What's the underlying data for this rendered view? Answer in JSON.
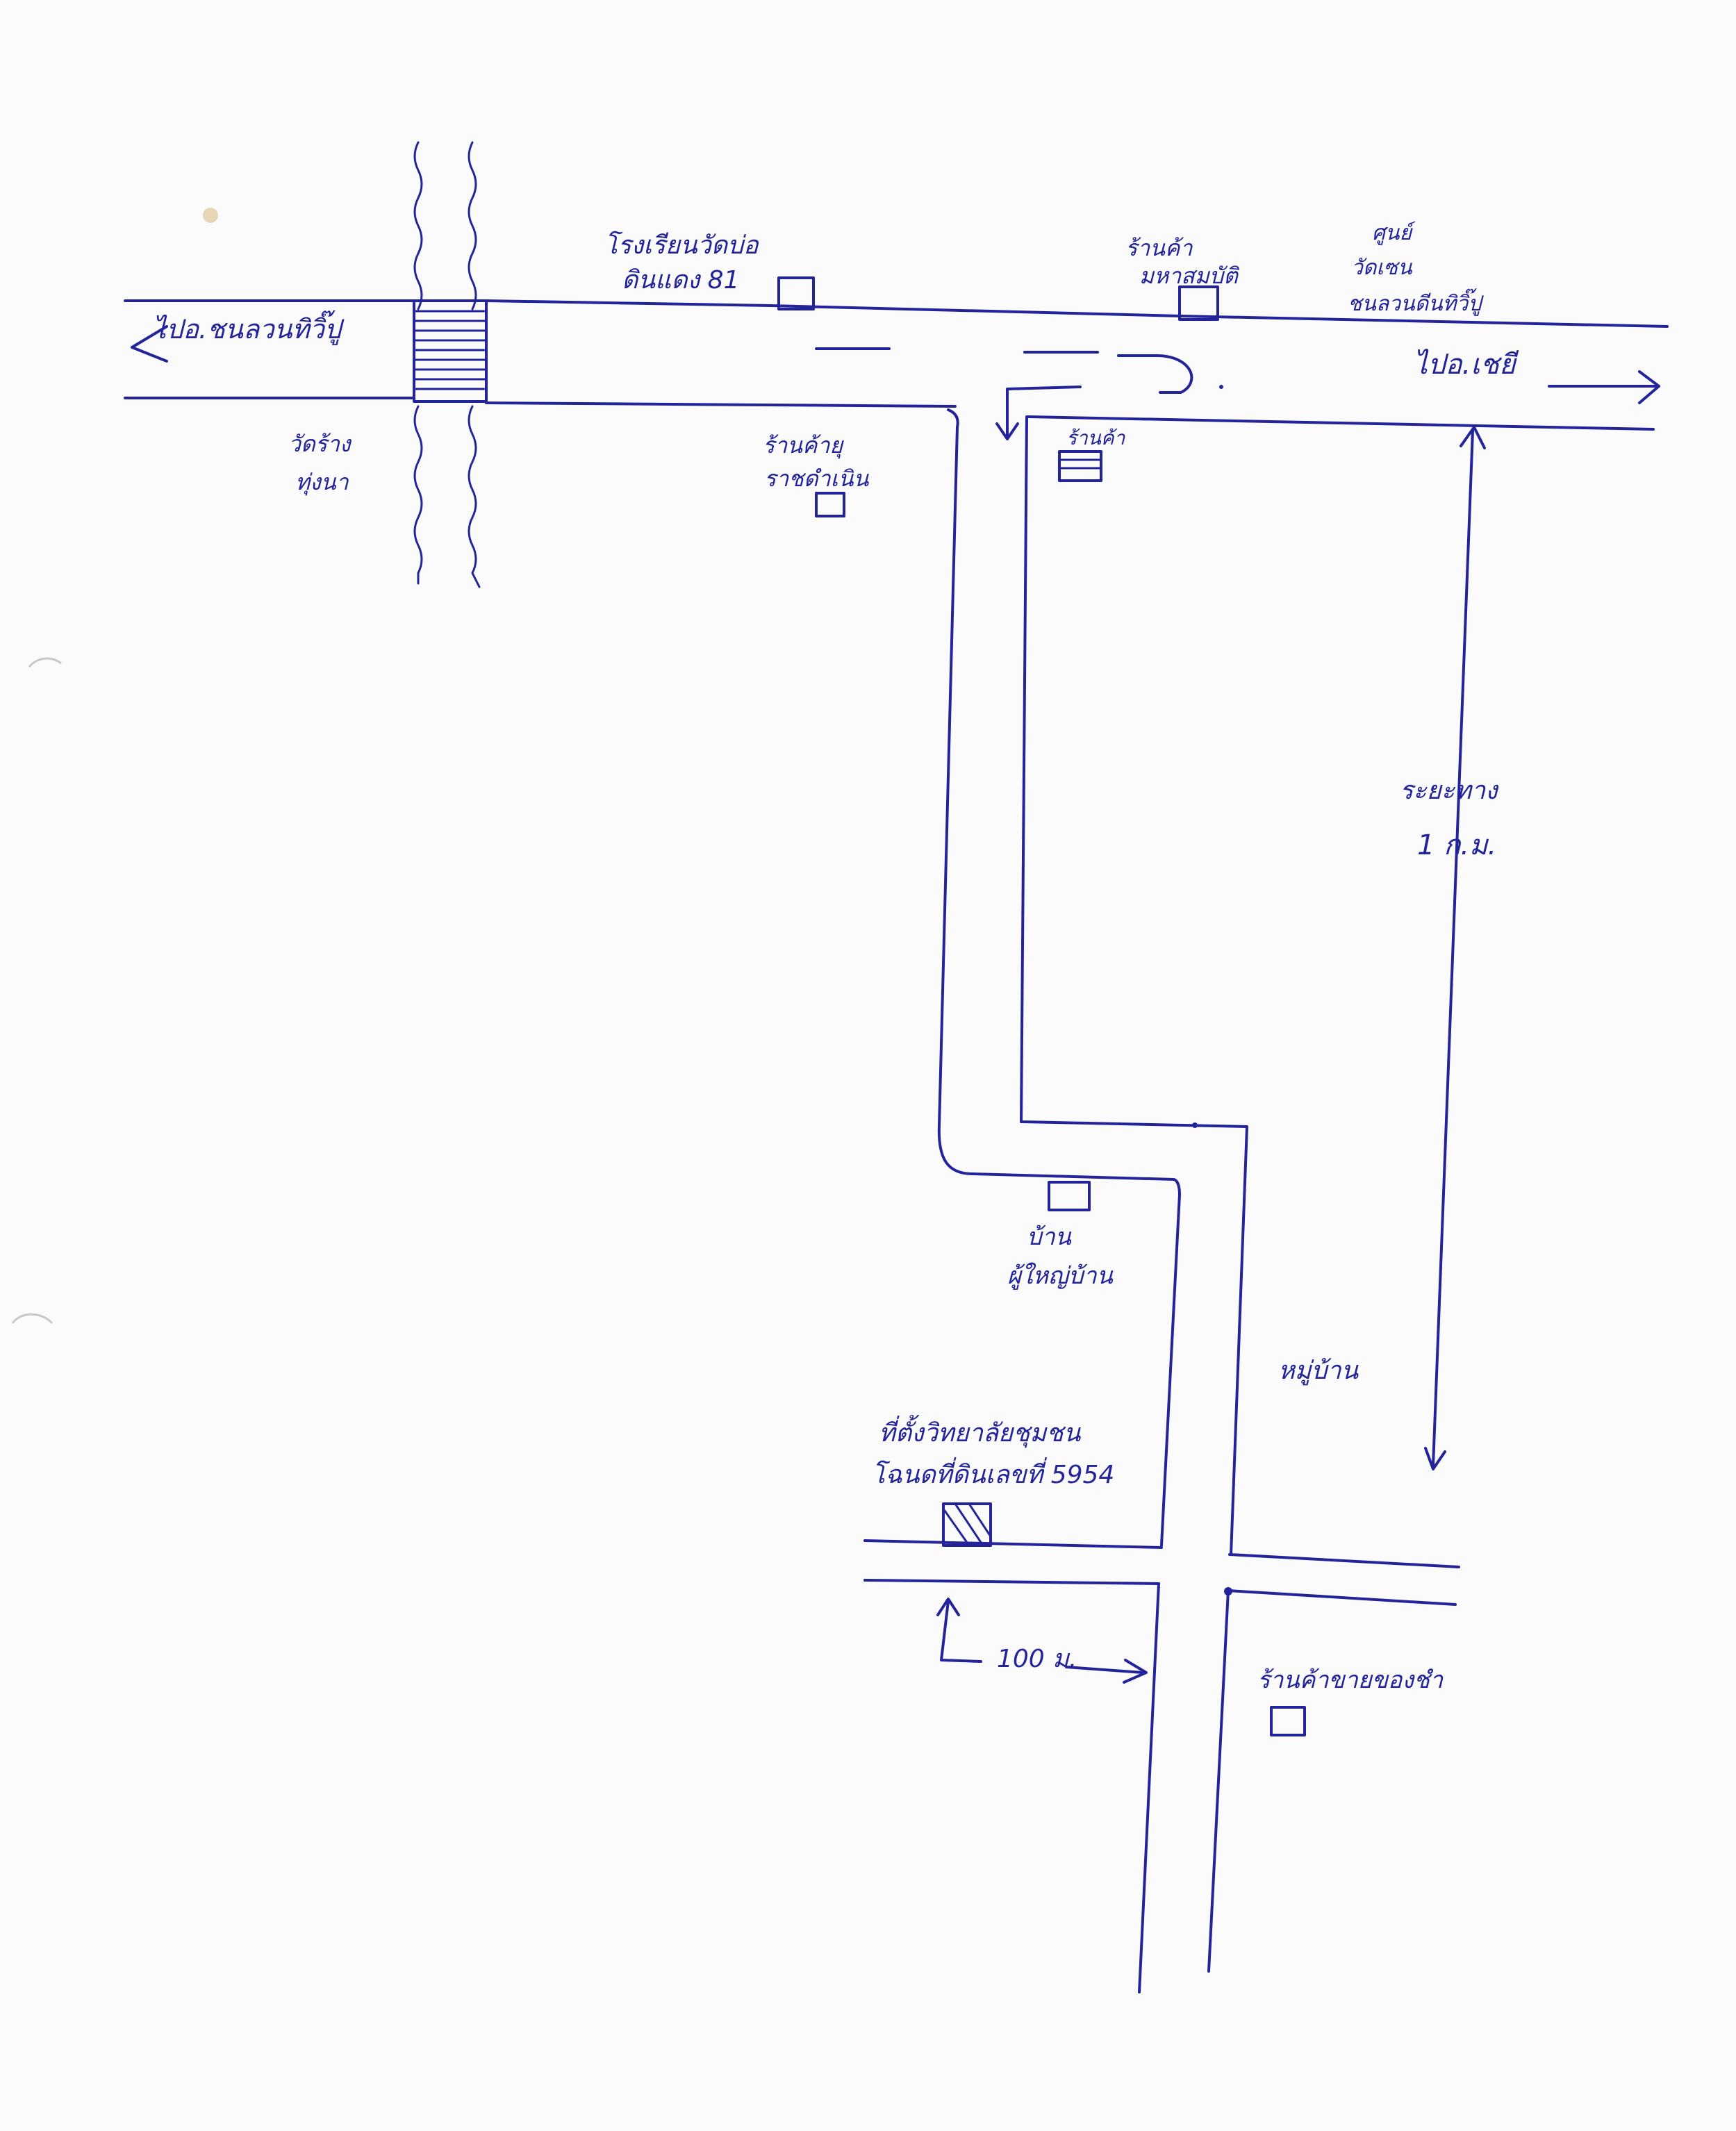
{
  "map": {
    "labels": {
      "to_nongkhai_west": "ไปอ.ชนลวนทิวิ๊ปู",
      "school": "โรงเรียนวัดบ่อ",
      "school_line2": "ดินแดง 81",
      "shop_top": "ร้านค้า",
      "shop_top_line2": "มหาสมบัติ",
      "health_center": "ศูนย์",
      "health_center_line2": "วัดเซน",
      "health_center_line3": "ชนลวนดีนทิวิ๊ปู",
      "to_east": "ไปอ.เชยี",
      "temple_bridge": "วัดร้าง",
      "temple_bridge_line2": "ทุ่งนา",
      "shop_junction": "ร้านค้ายุ",
      "shop_junction_line2": "ราชดำเนิน",
      "shop_corner": "ร้านค้า",
      "distance_label": "ระยะทาง",
      "distance_value": "1 ก.ม.",
      "house_middle": "บ้าน",
      "house_middle_line2": "ผู้ใหญ่บ้าน",
      "village": "หมู่บ้าน",
      "target": "ที่ตั้งวิทยาลัยชุมชน",
      "target_line2": "โฉนดที่ดินเลขที่ 5954",
      "distance_100": "100 ม.",
      "shop_bottom": "ร้านค้าขายของชำ"
    },
    "colors": {
      "ink": "#23249a",
      "paper": "#fbfbfb"
    },
    "icons": [
      "building-icon",
      "target-plot-icon",
      "bridge-icon",
      "direction-arrow-icon"
    ]
  }
}
